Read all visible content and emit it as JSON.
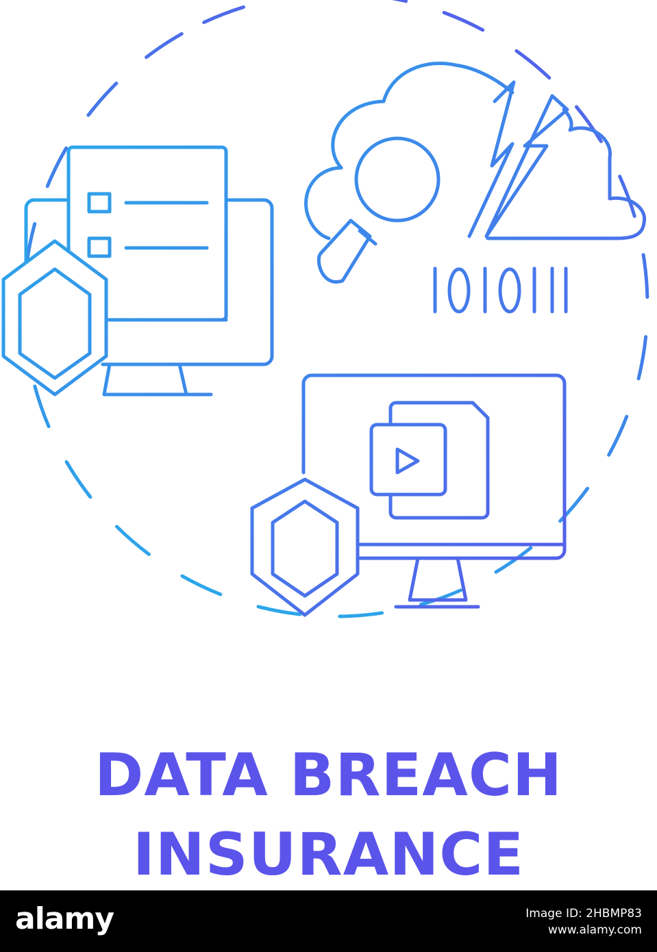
{
  "title": {
    "line1": "DATA BREACH",
    "line2": "INSURANCE"
  },
  "binary_text": "101011",
  "colors": {
    "gradient_start": "#23b6ea",
    "gradient_end": "#5b54ea",
    "title": "#5b54ea",
    "footer_bg": "#000000"
  },
  "icons": [
    "document-monitor-icon",
    "shield-icon",
    "cloud-icon",
    "magnifier-icon",
    "lightning-icon",
    "video-file-icon",
    "play-icon",
    "monitor-icon"
  ],
  "footer": {
    "logo": "alamy",
    "image_id": "Image ID: 2HBMP83",
    "url": "www.alamy.com"
  }
}
